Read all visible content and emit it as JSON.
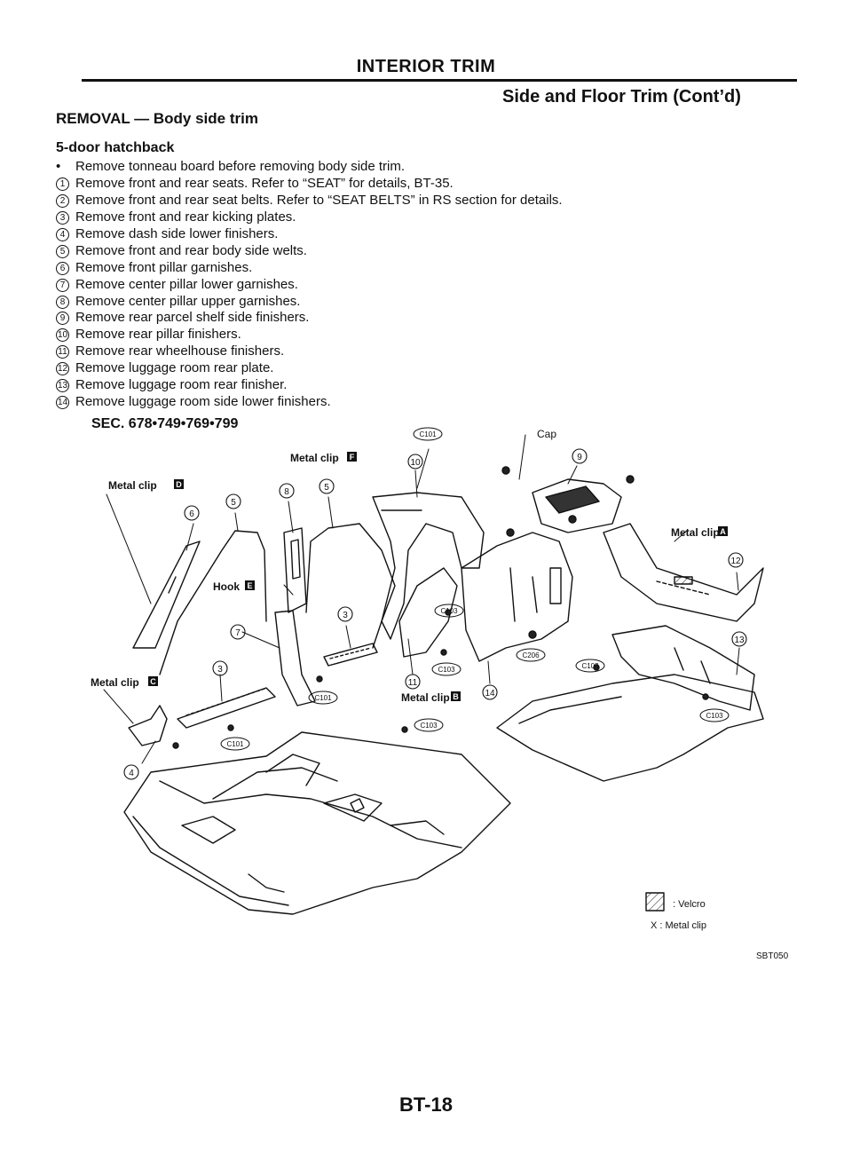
{
  "header": {
    "title": "INTERIOR TRIM",
    "subtitle": "Side and Floor Trim (Cont’d)"
  },
  "section_title": "REMOVAL — Body side trim",
  "subsection_title": "5-door hatchback",
  "steps": [
    {
      "marker": "•",
      "text": "Remove tonneau board before removing body side trim."
    },
    {
      "marker": "1",
      "text": "Remove front and rear seats. Refer to “SEAT” for details, BT-35."
    },
    {
      "marker": "2",
      "text": "Remove front and rear seat belts. Refer to “SEAT BELTS” in RS section for details."
    },
    {
      "marker": "3",
      "text": "Remove front and rear kicking plates."
    },
    {
      "marker": "4",
      "text": "Remove dash side lower finishers."
    },
    {
      "marker": "5",
      "text": "Remove front and rear body side welts."
    },
    {
      "marker": "6",
      "text": "Remove front pillar garnishes."
    },
    {
      "marker": "7",
      "text": "Remove center pillar lower garnishes."
    },
    {
      "marker": "8",
      "text": "Remove center pillar upper garnishes."
    },
    {
      "marker": "9",
      "text": "Remove rear parcel shelf side finishers."
    },
    {
      "marker": "10",
      "text": "Remove rear pillar finishers."
    },
    {
      "marker": "11",
      "text": "Remove rear wheelhouse finishers."
    },
    {
      "marker": "12",
      "text": "Remove luggage room rear plate."
    },
    {
      "marker": "13",
      "text": "Remove luggage room rear finisher."
    },
    {
      "marker": "14",
      "text": "Remove luggage room side lower finishers."
    }
  ],
  "diagram": {
    "section_code": "SEC. 678•749•769•799",
    "labels": {
      "metal_clip_f": "Metal clip",
      "metal_clip_f_letter": "F",
      "metal_clip_d": "Metal clip",
      "metal_clip_d_letter": "D",
      "metal_clip_a": "Metal clip",
      "metal_clip_a_letter": "A",
      "metal_clip_c": "Metal clip",
      "metal_clip_c_letter": "C",
      "metal_clip_b": "Metal clip",
      "metal_clip_b_letter": "B",
      "hook_e": "Hook",
      "hook_e_letter": "E",
      "cap": "Cap"
    },
    "clip_codes": [
      "C101",
      "C101",
      "C101",
      "C103",
      "C103",
      "C103",
      "C103",
      "C103",
      "C206"
    ],
    "callouts": [
      "10",
      "9",
      "8",
      "5",
      "6",
      "5",
      "12",
      "3",
      "7",
      "3",
      "13",
      "11",
      "14",
      "4"
    ],
    "legend": {
      "velcro": ": Velcro",
      "metal_clip": "X : Metal clip"
    },
    "figure_id": "SBT050"
  },
  "footer": {
    "page": "BT-18"
  }
}
